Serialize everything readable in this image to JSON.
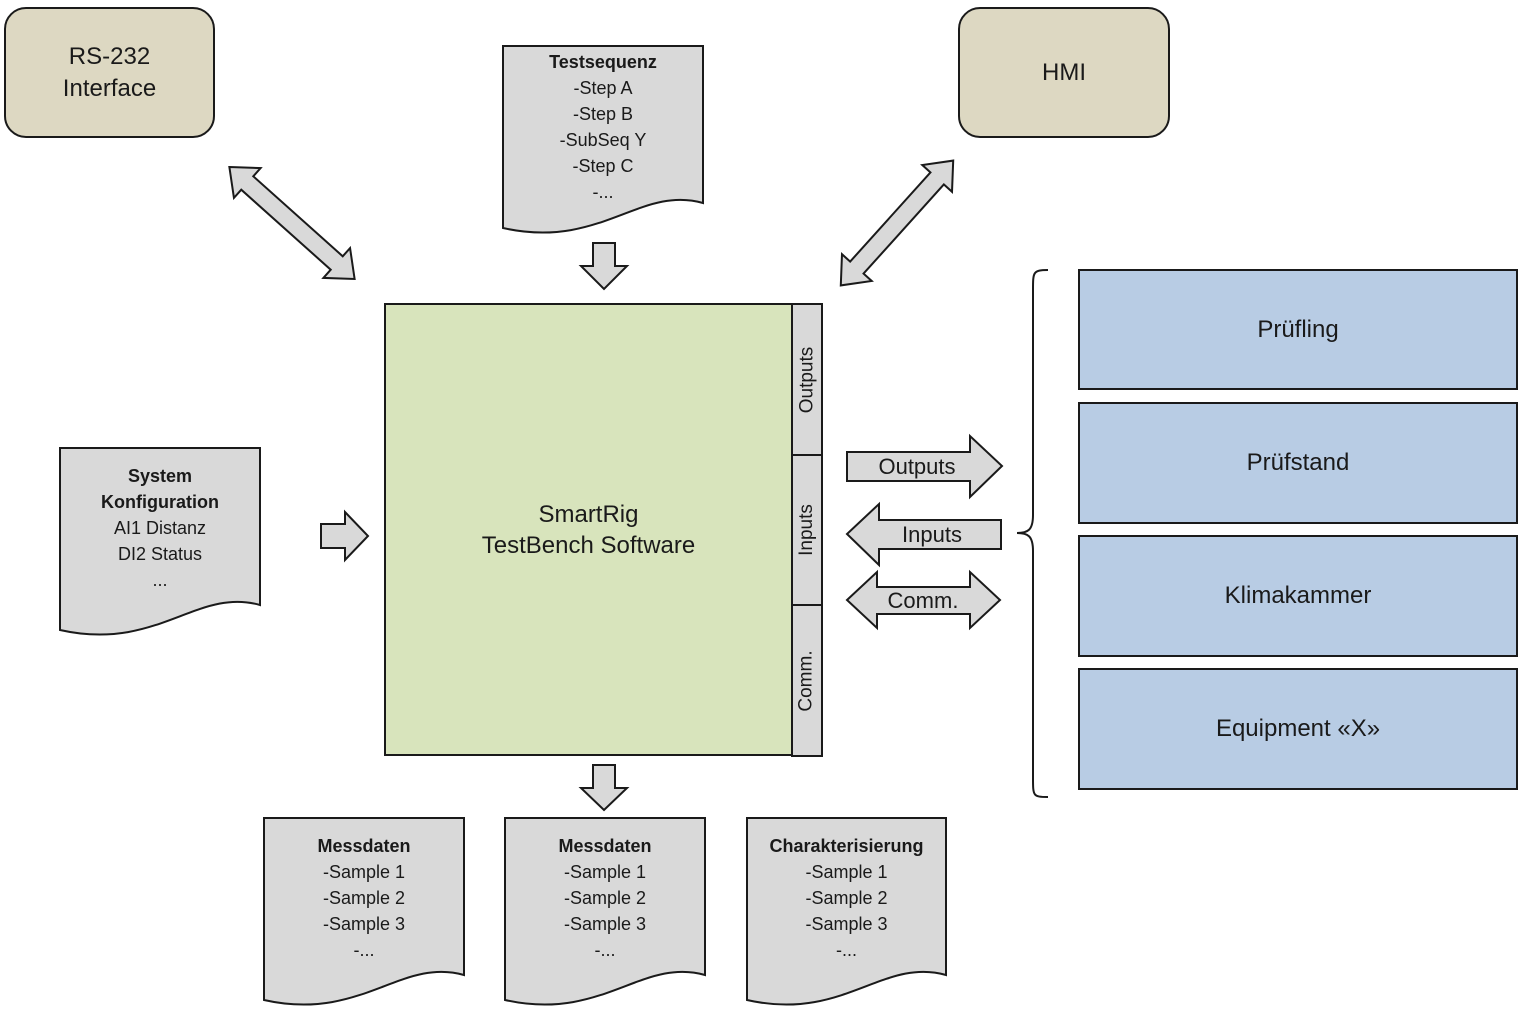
{
  "rs232": {
    "label": "RS-232\nInterface"
  },
  "hmi": {
    "label": "HMI"
  },
  "testsequenz": {
    "title": "Testsequenz",
    "items": [
      "-Step A",
      "-Step B",
      "-SubSeq Y",
      "-Step C",
      "-..."
    ]
  },
  "system_config": {
    "title": "System\nKonfiguration",
    "items": [
      "AI1 Distanz",
      "DI2 Status",
      "..."
    ]
  },
  "main": {
    "label": "SmartRig\nTestBench Software"
  },
  "ports": {
    "outputs": "Outputs",
    "inputs": "Inputs",
    "comm": "Comm."
  },
  "arrows": {
    "outputs": "Outputs",
    "inputs": "Inputs",
    "comm": "Comm."
  },
  "devices": [
    "Prüfling",
    "Prüfstand",
    "Klimakammer",
    "Equipment «X»"
  ],
  "docs_bottom": [
    {
      "title": "Messdaten",
      "items": [
        "-Sample 1",
        "-Sample 2",
        "-Sample 3",
        "-..."
      ]
    },
    {
      "title": "Messdaten",
      "items": [
        "-Sample 1",
        "-Sample 2",
        "-Sample 3",
        "-..."
      ]
    },
    {
      "title": "Charakterisierung",
      "items": [
        "-Sample 1",
        "-Sample 2",
        "-Sample 3",
        "-..."
      ]
    }
  ],
  "colors": {
    "tan": "#ddd8c2",
    "green": "#d8e4bc",
    "blue": "#b8cce4",
    "gray": "#d9d9d9"
  }
}
